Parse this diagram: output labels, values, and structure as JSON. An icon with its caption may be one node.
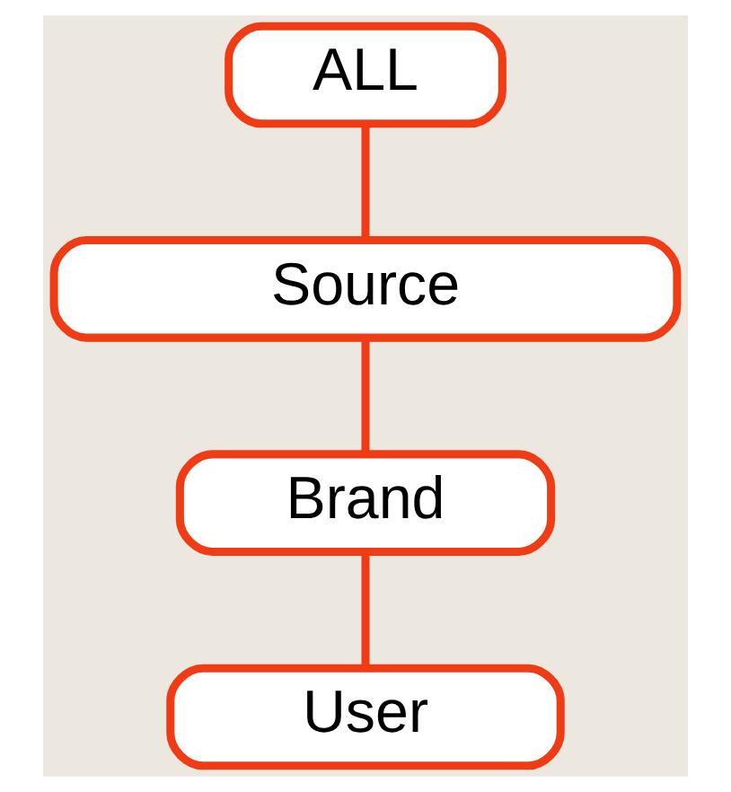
{
  "diagram": {
    "nodes": [
      {
        "text": [
          "ALL"
        ]
      },
      {
        "text": [
          "Source"
        ]
      },
      {
        "text": [
          "Brand"
        ]
      },
      {
        "text": [
          "User"
        ]
      }
    ],
    "edges": [
      {
        "from": 0,
        "to": 1,
        "arrow": "none"
      },
      {
        "from": 1,
        "to": 2,
        "arrow": "none"
      },
      {
        "from": 2,
        "to": 3,
        "arrow": "none"
      }
    ]
  }
}
